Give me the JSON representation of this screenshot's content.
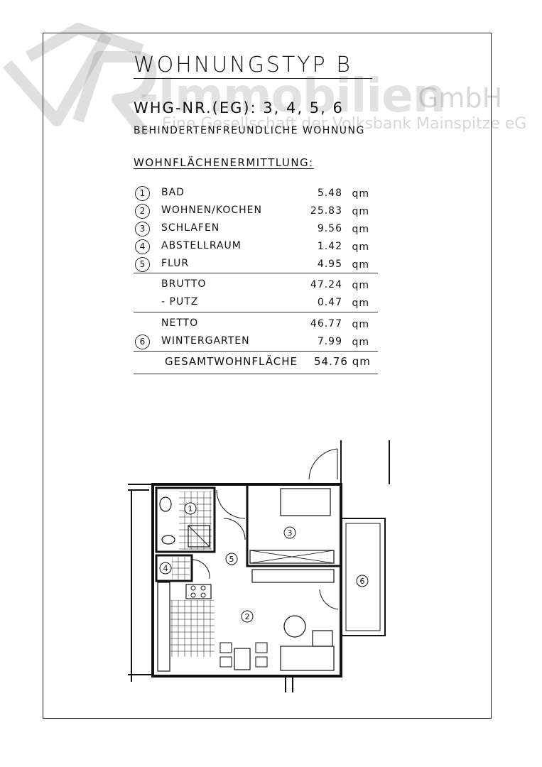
{
  "watermark": {
    "logo_letters": "VR",
    "brand": "-Immobilien",
    "suffix": "GmbH",
    "tagline": "Eine Gesellschaft der Volksbank Mainspitze eG"
  },
  "document": {
    "title": "WOHNUNGSTYP B",
    "apartment_numbers": "WHG-NR.(EG): 3, 4, 5, 6",
    "subtitle": "BEHINDERTENFREUNDLICHE WOHNUNG",
    "heading": "WOHNFLÄCHENERMITTLUNG:"
  },
  "rooms": [
    {
      "num": "1",
      "label": "BAD",
      "value": "5.48",
      "unit": "qm"
    },
    {
      "num": "2",
      "label": "WOHNEN/KOCHEN",
      "value": "25.83",
      "unit": "qm"
    },
    {
      "num": "3",
      "label": "SCHLAFEN",
      "value": "9.56",
      "unit": "qm"
    },
    {
      "num": "4",
      "label": "ABSTELLRAUM",
      "value": "1.42",
      "unit": "qm"
    },
    {
      "num": "5",
      "label": "FLUR",
      "value": "4.95",
      "unit": "qm"
    }
  ],
  "brutto": {
    "label": "BRUTTO",
    "value": "47.24",
    "unit": "qm"
  },
  "putz": {
    "label": "- PUTZ",
    "value": "0.47",
    "unit": "qm"
  },
  "netto": {
    "label": "NETTO",
    "value": "46.77",
    "unit": "qm"
  },
  "wintergarten": {
    "num": "6",
    "label": "WINTERGARTEN",
    "value": "7.99",
    "unit": "qm"
  },
  "total": {
    "label": "GESAMTWOHNFLÄCHE",
    "value": "54.76 qm"
  },
  "plan_labels": [
    "1",
    "2",
    "3",
    "4",
    "5",
    "6"
  ]
}
